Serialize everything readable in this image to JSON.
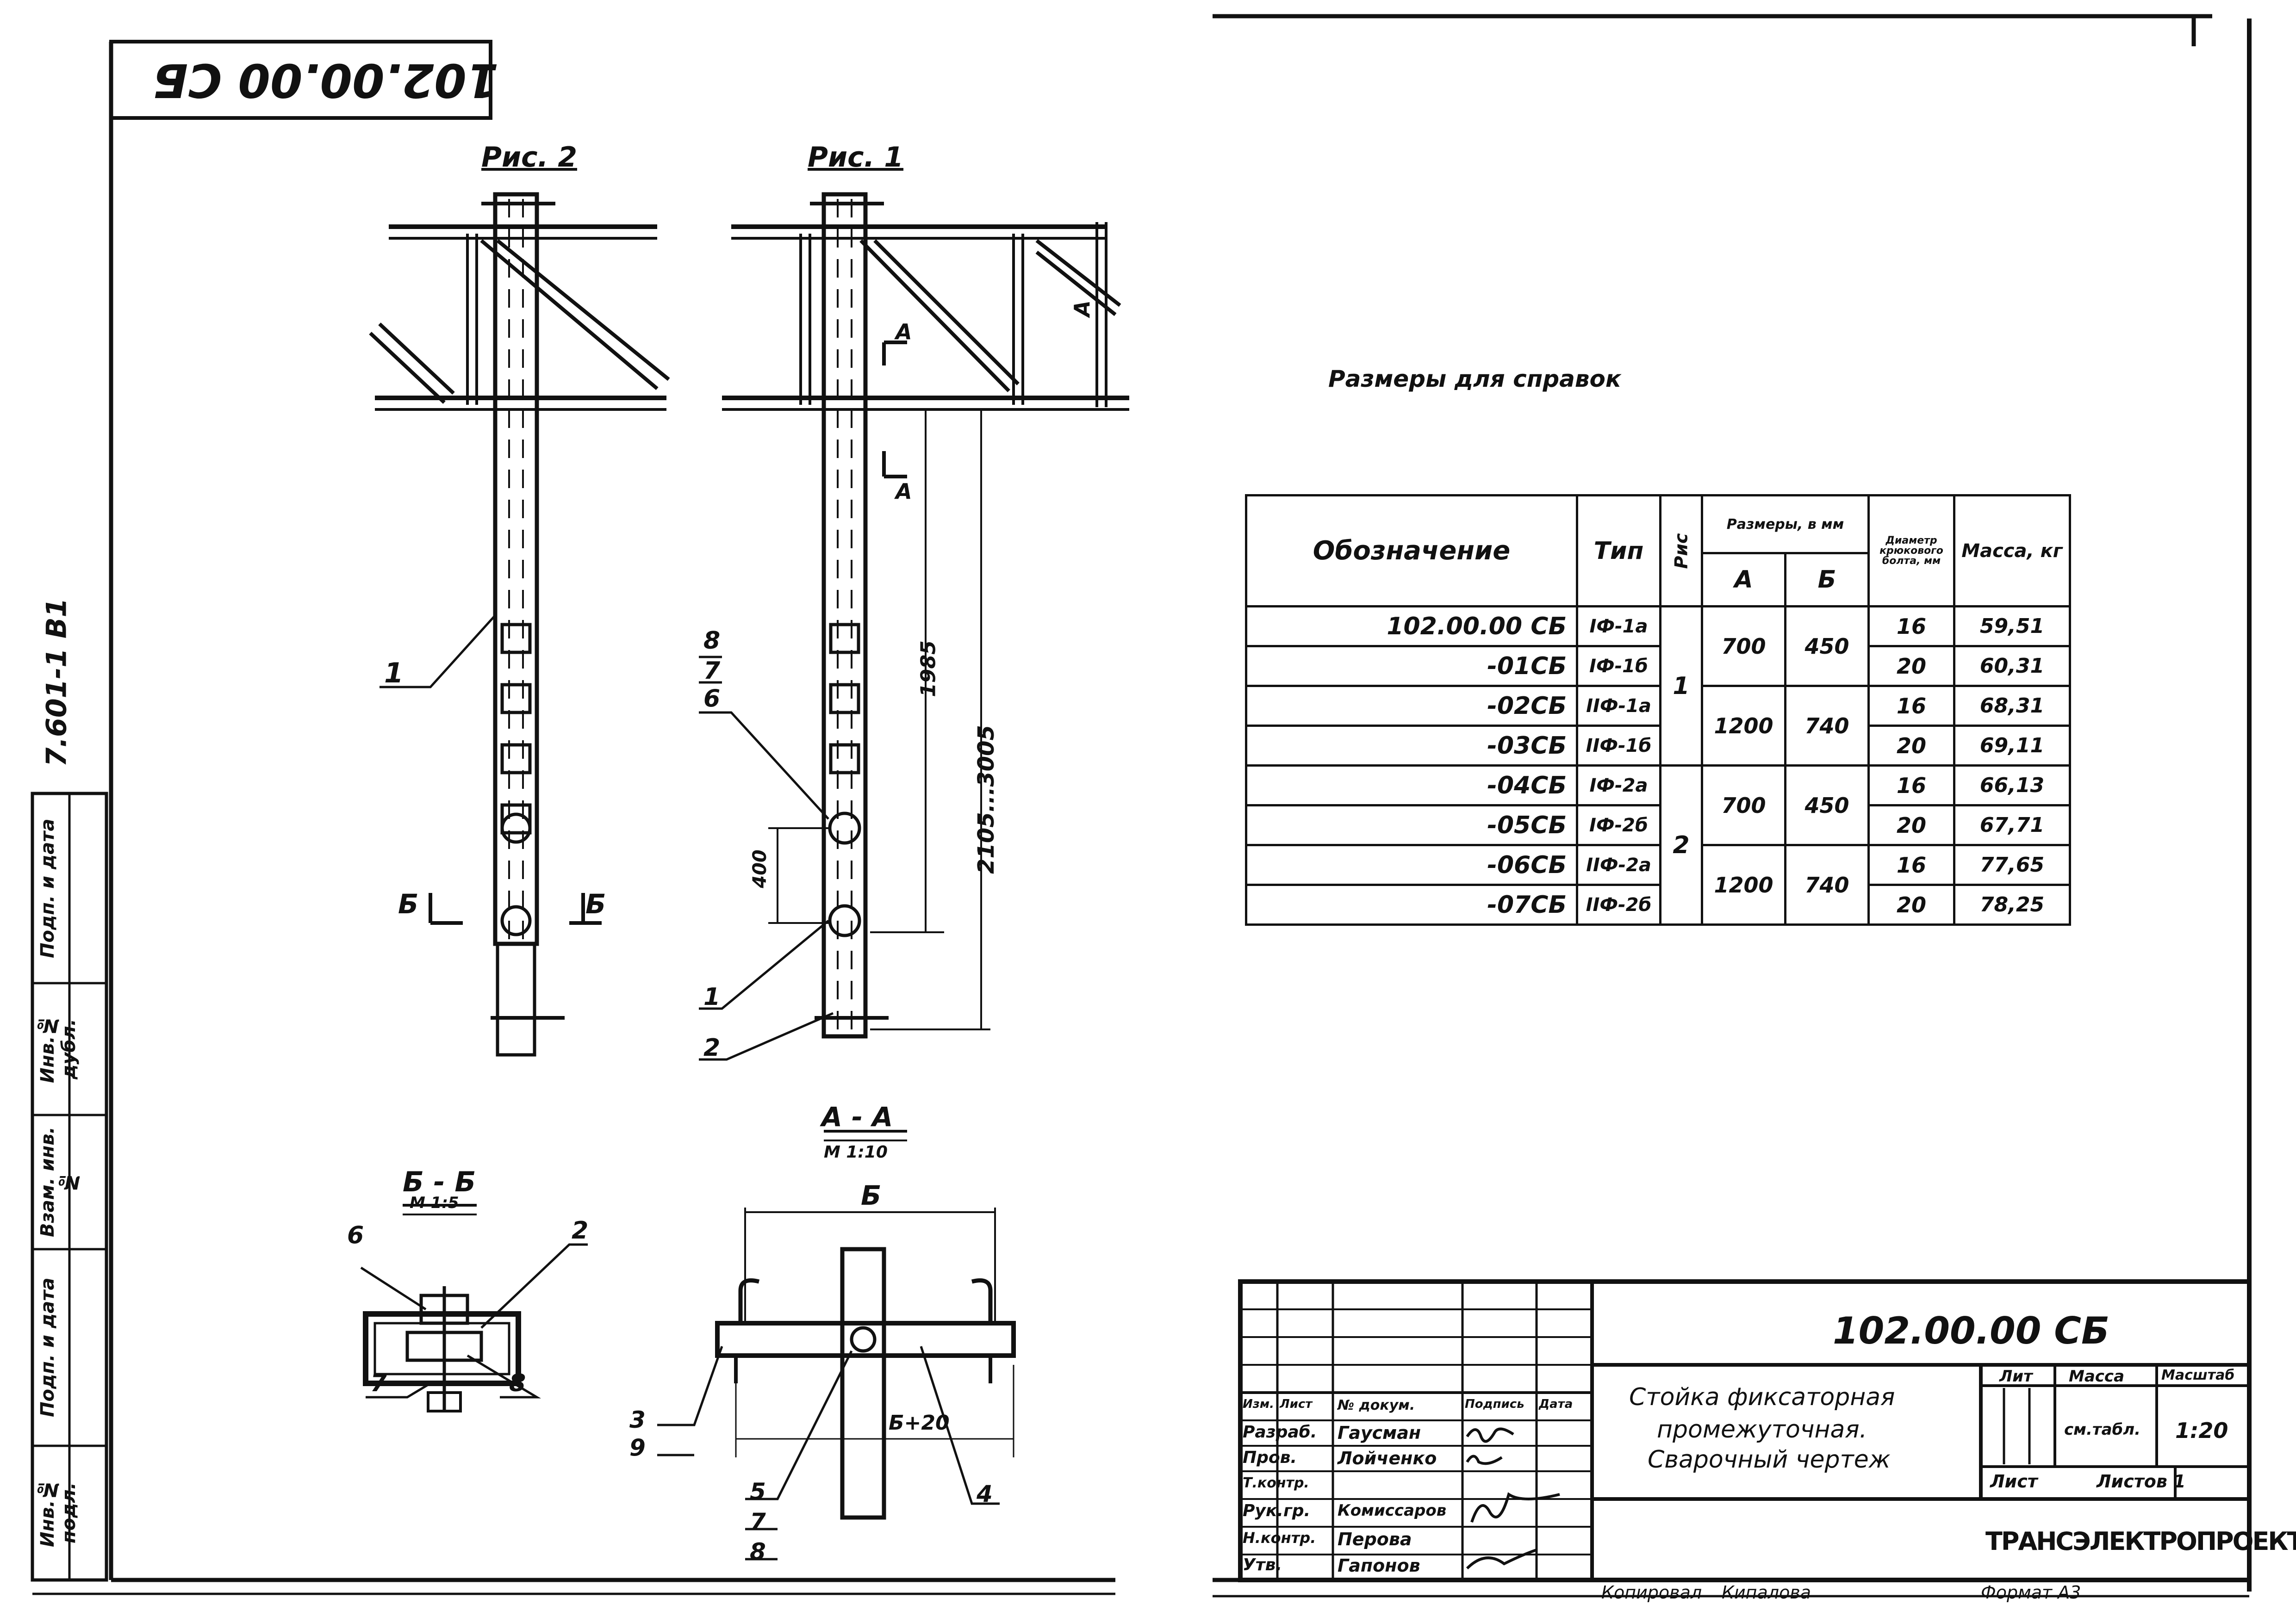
{
  "sheet": {
    "code_box": "102.00.00 СБ",
    "album_code": "7.601-1 В1",
    "section_title": "Размеры для справок",
    "bottom_left_note": "Копировал",
    "bottom_mid_note": "Кипалова",
    "format": "Формат А3"
  },
  "figures": {
    "fig2_title": "Рис. 2",
    "fig1_title": "Рис. 1",
    "section_bb_title": "Б - Б",
    "section_bb_scale": "М 1:5",
    "section_aa_title": "А - А",
    "section_aa_scale": "М 1:10",
    "labels": {
      "l1_fig2": "1",
      "l1_fig1": "1",
      "l2_fig1": "2",
      "l8_fig1": "8",
      "l7_fig1": "7",
      "l6_fig1": "6",
      "b_left": "Б",
      "b_right": "Б",
      "a_upper": "А",
      "a_lower": "А",
      "a_side": "А",
      "dim_1985": "1985",
      "dim_2105": "2105...3005",
      "dim_400": "400",
      "bb_6": "6",
      "bb_2": "2",
      "bb_7": "7",
      "bb_8": "8",
      "aa_B": "Б",
      "aa_B20": "Б+20",
      "aa_3": "3",
      "aa_9": "9",
      "aa_5": "5",
      "aa_7": "7",
      "aa_8": "8",
      "aa_4": "4"
    }
  },
  "spec_table": {
    "headers": {
      "designation": "Обозначение",
      "type": "Тип",
      "fig": "Рис",
      "sizes": "Размеры, в мм",
      "a": "А",
      "b": "Б",
      "bolt_diameter": "Диаметр крюкового болта, мм",
      "mass": "Масса, кг"
    },
    "rows": [
      {
        "designation": "102.00.00 СБ",
        "type": "IФ-1а",
        "fig": "1",
        "a": "700",
        "b": "450",
        "d": "16",
        "mass": "59,51"
      },
      {
        "designation": "-01СБ",
        "type": "IФ-1б",
        "fig": "",
        "a": "",
        "b": "",
        "d": "20",
        "mass": "60,31"
      },
      {
        "designation": "-02СБ",
        "type": "IIФ-1а",
        "fig": "",
        "a": "1200",
        "b": "740",
        "d": "16",
        "mass": "68,31"
      },
      {
        "designation": "-03СБ",
        "type": "IIФ-1б",
        "fig": "",
        "a": "",
        "b": "",
        "d": "20",
        "mass": "69,11"
      },
      {
        "designation": "-04СБ",
        "type": "IФ-2а",
        "fig": "2",
        "a": "700",
        "b": "450",
        "d": "16",
        "mass": "66,13"
      },
      {
        "designation": "-05СБ",
        "type": "IФ-2б",
        "fig": "",
        "a": "",
        "b": "",
        "d": "20",
        "mass": "67,71"
      },
      {
        "designation": "-06СБ",
        "type": "IIФ-2а",
        "fig": "",
        "a": "1200",
        "b": "740",
        "d": "16",
        "mass": "77,65"
      },
      {
        "designation": "-07СБ",
        "type": "IIФ-2б",
        "fig": "",
        "a": "",
        "b": "",
        "d": "20",
        "mass": "78,25"
      }
    ]
  },
  "title_block": {
    "doc_code": "102.00.00 СБ",
    "name_line1": "Стойка фиксаторная",
    "name_line2": "промежуточная.",
    "name_line3": "Сварочный чертеж",
    "lit_label": "Лит",
    "mass_label": "Масса",
    "scale_label": "Масштаб",
    "mass_value": "см.табл.",
    "scale_value": "1:20",
    "sheet_label": "Лист",
    "sheets_label": "Листов 1",
    "org": "ТРАНСЭЛЕКТРОПРОЕКТ",
    "col_izm": "Изм.",
    "col_list": "Лист",
    "col_doc": "№ докум.",
    "col_sign": "Подпись",
    "col_date": "Дата",
    "roles": [
      {
        "role": "Разраб.",
        "name": "Гаусман"
      },
      {
        "role": "Пров.",
        "name": "Лойченко"
      },
      {
        "role": "Т.контр.",
        "name": ""
      },
      {
        "role": "Рук.гр.",
        "name": "Комиссаров"
      },
      {
        "role": "Н.контр.",
        "name": "Перова"
      },
      {
        "role": "Утв.",
        "name": "Гапонов"
      }
    ]
  },
  "side_strip": {
    "c1": "Подп. и дата",
    "c2": "Инв.№ дубл.",
    "c3": "Взам. инв.№",
    "c4": "Подп. и дата",
    "c5": "Инв.№ подл."
  }
}
